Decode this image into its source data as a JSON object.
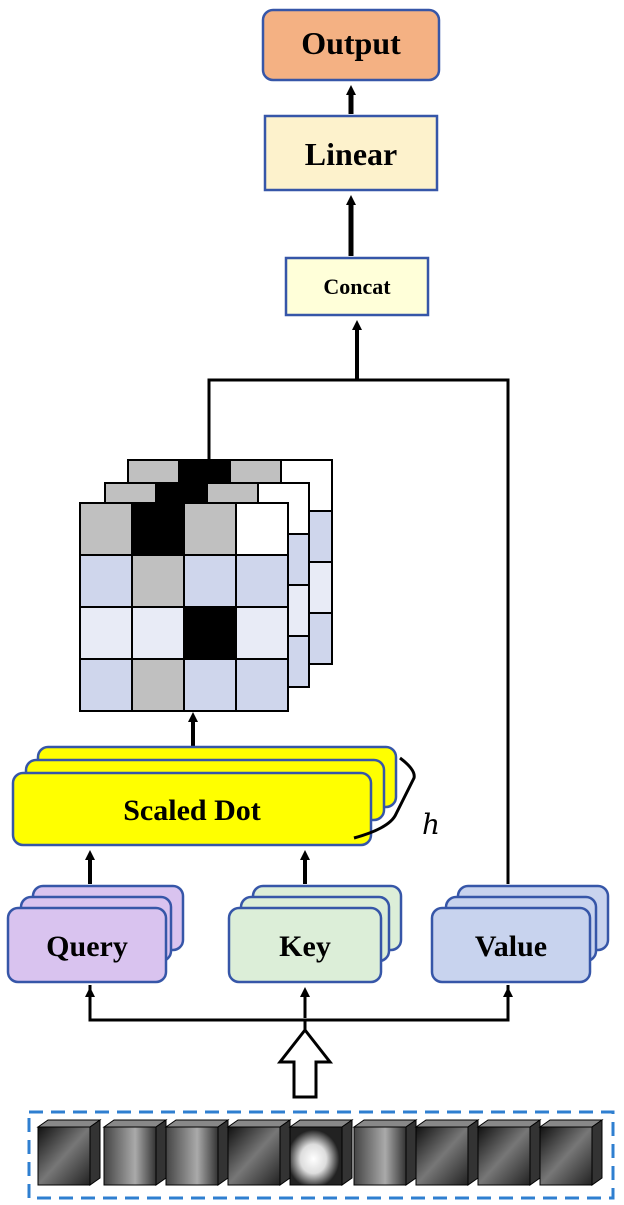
{
  "nodes": {
    "output": "Output",
    "linear": "Linear",
    "concat": "Concat",
    "scaled_dot": "Scaled Dot",
    "query": "Query",
    "key": "Key",
    "value": "Value",
    "heads": "h"
  },
  "attention_matrix": [
    [
      "gray",
      "black",
      "gray",
      "white"
    ],
    [
      "lavender",
      "gray",
      "lavender",
      "lavender"
    ],
    [
      "light",
      "light",
      "black",
      "light"
    ],
    [
      "lavender",
      "gray",
      "lavender",
      "lavender"
    ]
  ],
  "colors": {
    "output": "#f4b183",
    "linear": "#fdf2cc",
    "concat": "#ffffd9",
    "scaled_dot": "#ffff00",
    "query": "#d9c3ef",
    "key": "#dceed8",
    "value": "#c8d3ee",
    "box_border": "#3656a8",
    "input_border": "#2f7fd0",
    "gray": "#c0c0c0",
    "black": "#000000",
    "white": "#ffffff",
    "lavender": "#cfd6ec",
    "light": "#e8ebf6"
  }
}
